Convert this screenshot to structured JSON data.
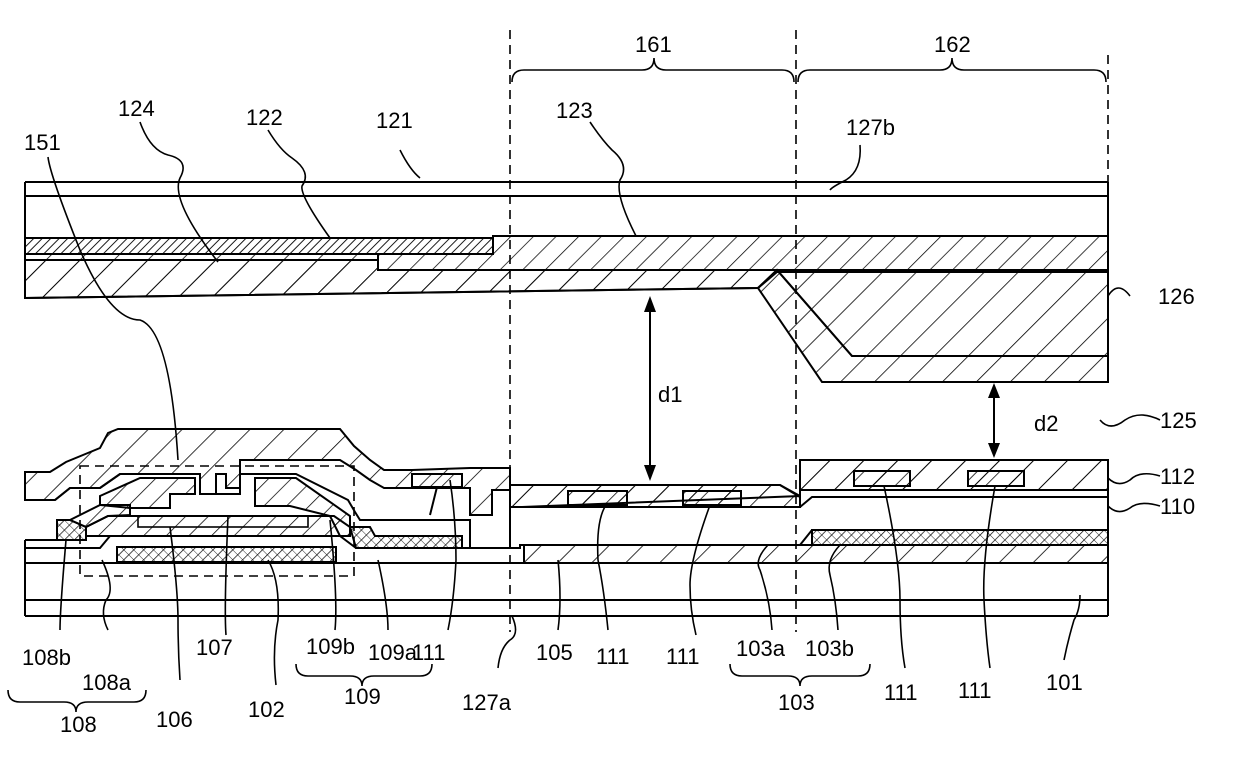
{
  "figure": {
    "region_labels": [
      "161",
      "162"
    ],
    "labels": {
      "l124": "124",
      "l122": "122",
      "l121": "121",
      "l151": "151",
      "l123": "123",
      "l127b": "127b",
      "l126": "126",
      "l125": "125",
      "l112": "112",
      "l110": "110",
      "l101": "101",
      "l108b": "108b",
      "l108a": "108a",
      "l108": "108",
      "l106": "106",
      "l107": "107",
      "l102": "102",
      "l109b": "109b",
      "l109a": "109a",
      "l109": "109",
      "l111a": "111",
      "l127a": "127a",
      "l105": "105",
      "l111b": "111",
      "l111c": "111",
      "l103a": "103a",
      "l103b": "103b",
      "l103": "103",
      "l111d": "111",
      "l111e": "111",
      "d1": "d1",
      "d2": "d2"
    }
  }
}
